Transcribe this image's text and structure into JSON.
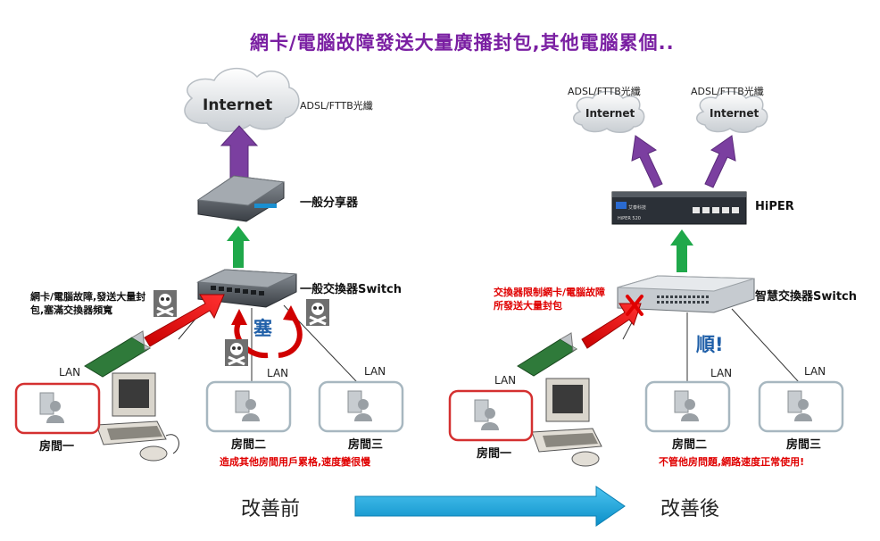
{
  "title": "網卡/電腦故障發送大量廣播封包,其他電腦累個..",
  "before": {
    "internet_label": "Internet",
    "adsl_label": "ADSL/FTTB光纖",
    "router_label": "一般分享器",
    "switch_label": "一般交換器Switch",
    "fault_note": "網卡/電腦故障,發送大量封包,塞滿交換器頻寬",
    "jam_label": "塞",
    "lan_labels": [
      "LAN",
      "LAN",
      "LAN"
    ],
    "rooms": [
      "房間一",
      "房間二",
      "房間三"
    ],
    "impact_note": "造成其他房間用戶累格,速度變很慢"
  },
  "after": {
    "adsl_labels": [
      "ADSL/FTTB光纖",
      "ADSL/FTTB光纖"
    ],
    "internet_labels": [
      "Internet",
      "Internet"
    ],
    "hiper_label": "HiPER",
    "switch_label": "智慧交換器Switch",
    "limit_note": "交換器限制網卡/電腦故障所發送大量封包",
    "smooth_label": "順!",
    "lan_labels": [
      "LAN",
      "LAN",
      "LAN"
    ],
    "rooms": [
      "房間一",
      "房間二",
      "房間三"
    ],
    "ok_note": "不管他房問題,網路速度正常使用!"
  },
  "bottom": {
    "before_label": "改善前",
    "after_label": "改善後"
  },
  "colors": {
    "title": "#7a1fa2",
    "up_arrow": "#7b3fa0",
    "green_arrow": "#1fa84a",
    "red": "#e00000",
    "room_red_border": "#d43030",
    "room_gray_border": "#a7b7c0",
    "blue_arrow": "#13a3dd",
    "smooth_text": "#1f5fa8",
    "jam_text": "#1f5fa8"
  }
}
